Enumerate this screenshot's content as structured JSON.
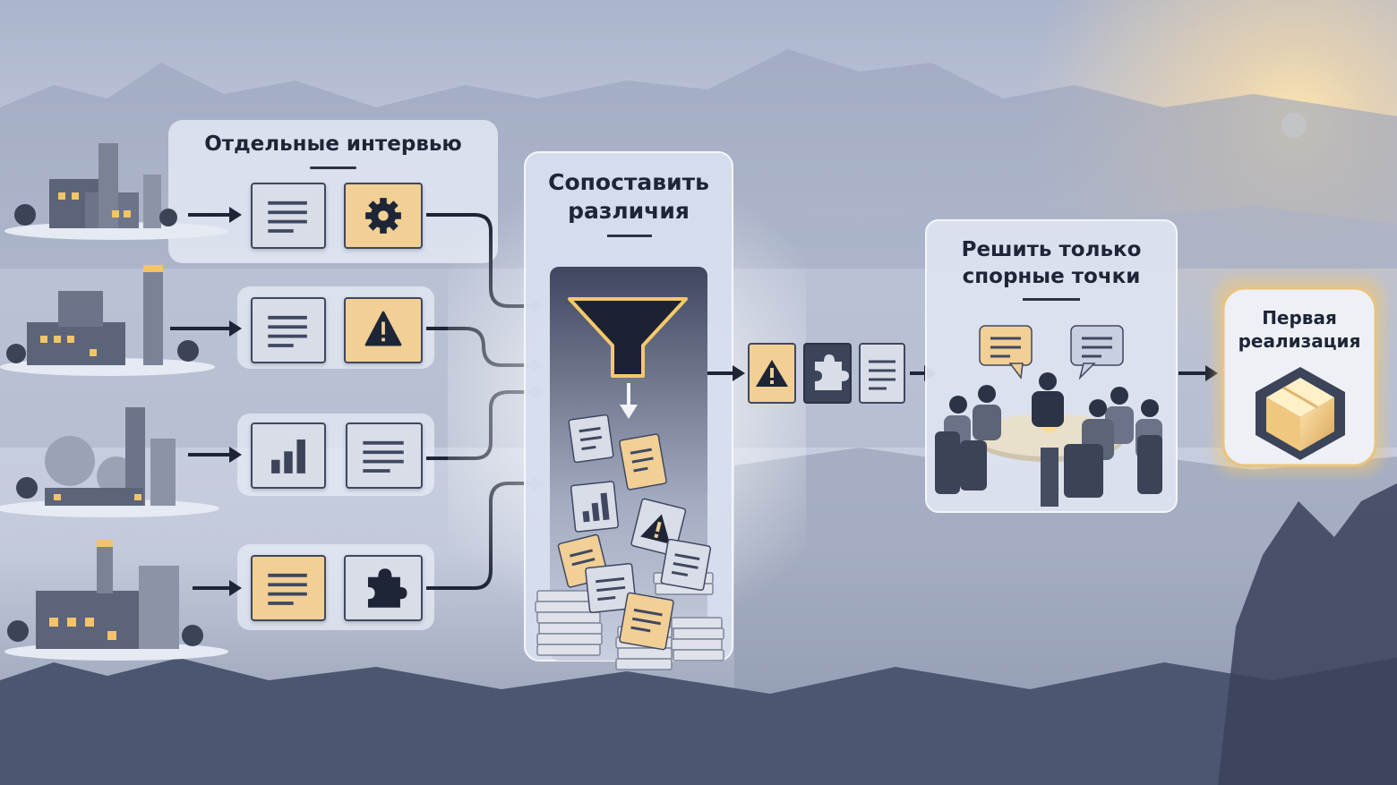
{
  "panels": {
    "interviews_title": "Отдельные интервью",
    "compare_title_line1": "Сопоставить",
    "compare_title_line2": "различия",
    "resolve_title_line1": "Решить только",
    "resolve_title_line2": "спорные точки",
    "result_title_line1": "Первая",
    "result_title_line2": "реализация"
  },
  "colors": {
    "accent_gold": "#f1cf95",
    "glow": "#f5c86a",
    "ink": "#1d2536",
    "card_grey": "#d9dde8",
    "card_dark": "#3c445a"
  },
  "icons": [
    "factory-icon",
    "document-icon",
    "gear-icon",
    "warning-icon",
    "bar-chart-icon",
    "puzzle-icon",
    "funnel-icon",
    "arrow-down-icon",
    "speech-bubble-icon",
    "box-icon",
    "sun-icon"
  ]
}
